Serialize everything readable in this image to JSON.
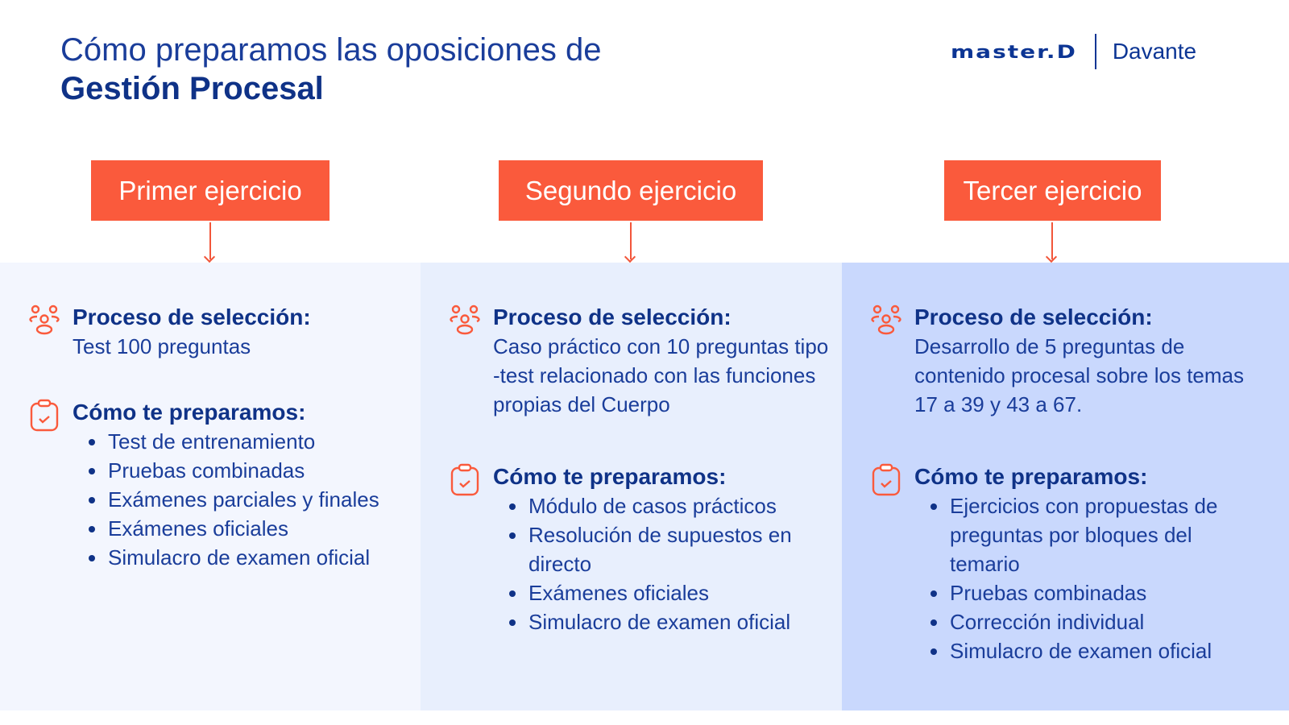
{
  "header": {
    "title_line1": "Cómo preparamos las oposiciones de",
    "title_line2": "Gestión Procesal",
    "logo_master": "master.D",
    "logo_davante": "Davante"
  },
  "colors": {
    "accent": "#fa5a3c",
    "navy": "#0f3287",
    "panel1": "#f3f6fe",
    "panel2": "#e8effd",
    "panel3": "#c9d8fd"
  },
  "columns": [
    {
      "tag": "Primer ejercicio",
      "sel_title": "Proceso de selección:",
      "sel_text": "Test 100 preguntas",
      "prep_title": "Cómo te preparamos:",
      "items": [
        "Test de entrenamiento",
        "Pruebas combinadas",
        "Exámenes parciales y finales",
        "Exámenes oficiales",
        "Simulacro de examen oficial"
      ]
    },
    {
      "tag": "Segundo ejercicio",
      "sel_title": "Proceso de selección:",
      "sel_text": "Caso práctico con 10 preguntas tipo -test relacionado con las funciones propias del Cuerpo",
      "prep_title": "Cómo te preparamos:",
      "items": [
        "Módulo de casos prácticos",
        "Resolución de supuestos en directo",
        "Exámenes oficiales",
        "Simulacro de examen oficial"
      ]
    },
    {
      "tag": "Tercer ejercicio",
      "sel_title": "Proceso de selección:",
      "sel_text": "Desarrollo de 5 preguntas de contenido procesal sobre los temas 17 a 39 y 43 a 67.",
      "prep_title": "Cómo te preparamos:",
      "items": [
        "Ejercicios con propuestas de preguntas por bloques del temario",
        "Pruebas combinadas",
        "Corrección individual",
        "Simulacro de examen oficial"
      ]
    }
  ]
}
